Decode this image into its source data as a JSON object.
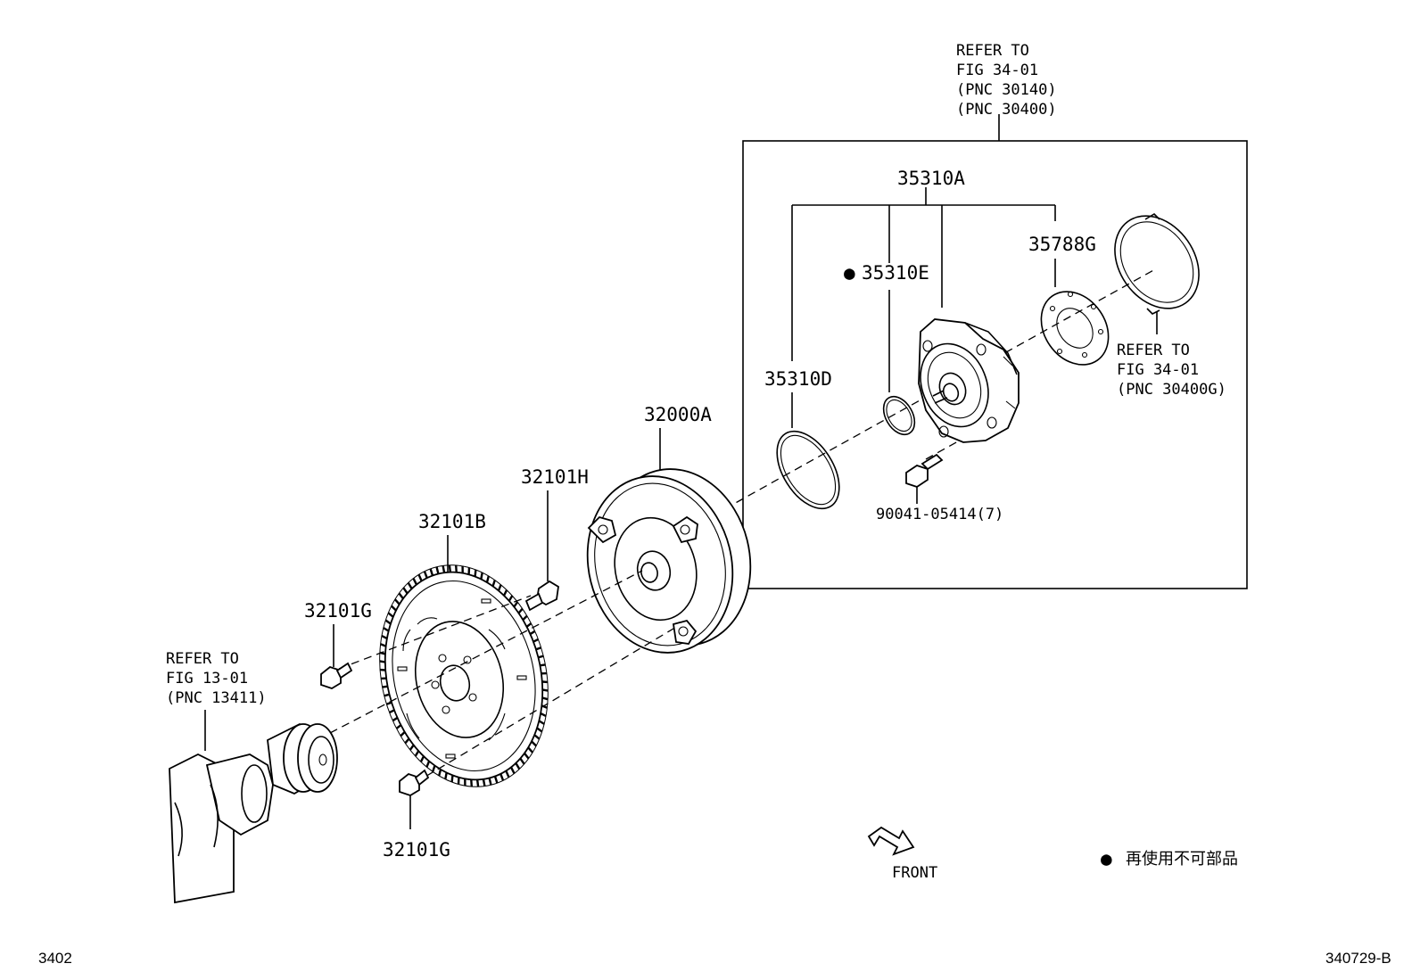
{
  "diagram": {
    "parts": {
      "torque_converter": "32000A",
      "drive_plate": "32101B",
      "drive_plate_bolt_upper": "32101G",
      "drive_plate_bolt_lower": "32101G",
      "converter_bolt": "32101H",
      "oil_pump_assy": "35310A",
      "pump_o_ring_large": "35310D",
      "pump_o_ring_small": "35310E",
      "pump_gasket": "35788G",
      "pump_bolt": "90041-05414(7)"
    },
    "references": {
      "top": [
        "REFER TO",
        "FIG 34-01",
        "(PNC 30140)",
        "(PNC 30400)"
      ],
      "right": [
        "REFER TO",
        "FIG 34-01",
        "(PNC 30400G)"
      ],
      "left": [
        "REFER TO",
        "FIG 13-01",
        "(PNC 13411)"
      ]
    },
    "front_label": "FRONT",
    "legend": {
      "symbol": "●",
      "text": "再使用不可部品"
    },
    "footer": {
      "left_code": "3402",
      "right_code": "340729-B"
    },
    "nonreusable_marker": "●"
  }
}
